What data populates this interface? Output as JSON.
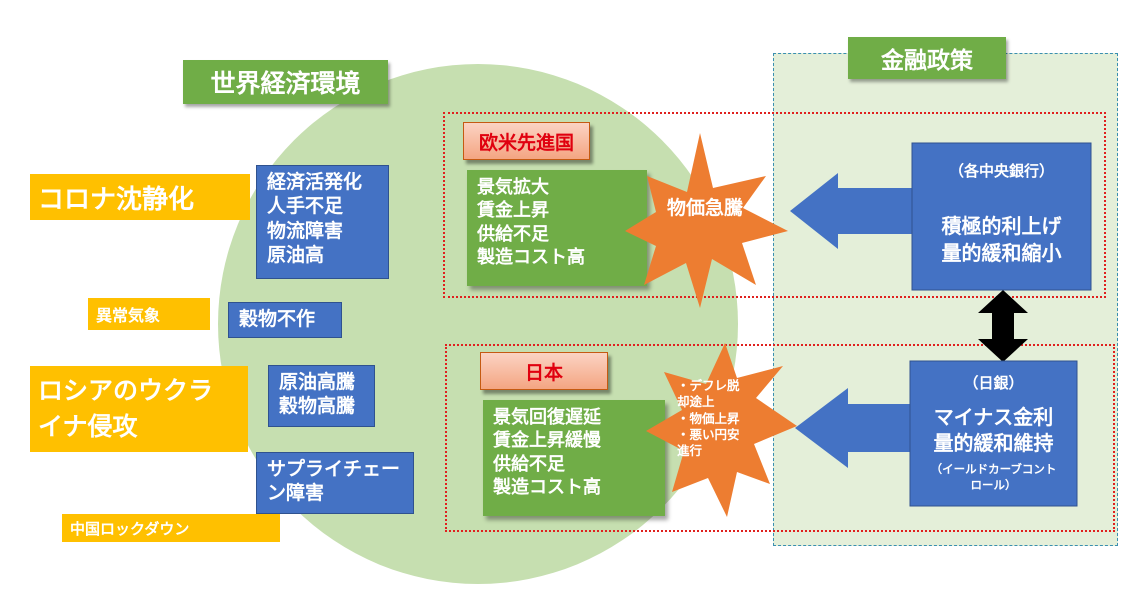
{
  "world": {
    "title": "世界経済環境",
    "factors": [
      {
        "label": "コロナ沈静化",
        "effects": "経済活発化\n人手不足\n物流障害\n原油高"
      },
      {
        "label": "異常気象",
        "effects": "穀物不作"
      },
      {
        "label": "ロシアのウクラ\nイナ侵攻",
        "effects": "原油高騰\n穀物高騰"
      },
      {
        "label": "中国ロックダウン",
        "effects": "サプライチェー\nン障害"
      }
    ]
  },
  "regions": {
    "west": {
      "label": "欧米先進国",
      "conditions": "景気拡大\n賃金上昇\n供給不足\n製造コスト高",
      "burst": "物価急騰"
    },
    "japan": {
      "label": "日本",
      "conditions": "景気回復遅延\n賃金上昇緩慢\n供給不足\n製造コスト高",
      "burst": "・デフレ脱\n却途上\n・物価上昇\n・悪い円安\n進行"
    }
  },
  "monetary": {
    "title": "金融政策",
    "central_banks": {
      "header": "（各中央銀行）",
      "policy": "積極的利上げ\n量的緩和縮小"
    },
    "boj": {
      "header": "（日銀）",
      "policy": "マイナス金利\n量的緩和維持",
      "note": "（イールドカーブコント\nロール）"
    }
  },
  "colors": {
    "green": "#70ad47",
    "blue": "#4472c4",
    "yellow": "#ffc000",
    "orange": "#ed7d31",
    "red": "#e0201e"
  }
}
